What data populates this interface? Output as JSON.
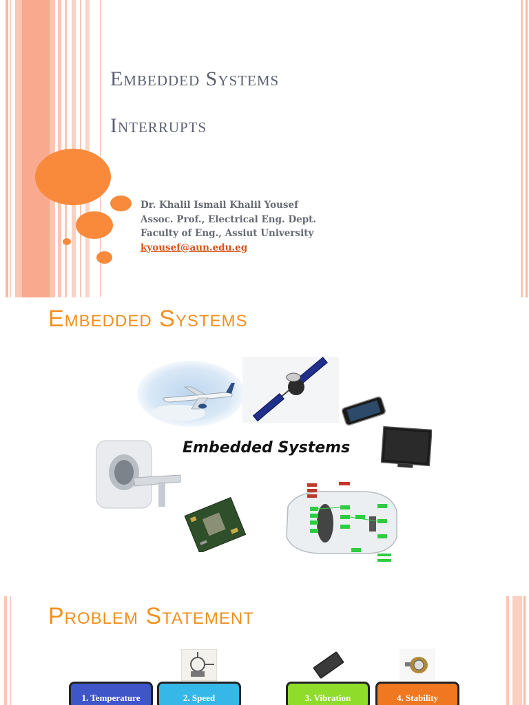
{
  "slide1": {
    "title_line1": "Embedded Systems",
    "title_line2": "Interrupts",
    "author_name": "Dr. Khalil Ismail Khalil Yousef",
    "author_position": "Assoc. Prof., Electrical Eng. Dept.",
    "author_affiliation": "Faculty of Eng., Assiut University",
    "author_email": "kyousef@aun.edu.eg"
  },
  "slide2": {
    "title": "Embedded Systems",
    "center_label": "Embedded Systems"
  },
  "slide3": {
    "title": "Problem Statement",
    "boxes": [
      {
        "label": "1. Temperature",
        "color": "#3f56c9"
      },
      {
        "label": "2. Speed",
        "color": "#35b8e8"
      },
      {
        "label": "3. Vibration",
        "color": "#8fdc2a"
      },
      {
        "label": "4. Stability",
        "color": "#f07820"
      }
    ]
  },
  "colors": {
    "accent_orange": "#f28f1d",
    "bubble_orange": "#f98a3c",
    "title_gray": "#5a6070",
    "link_orange": "#d9541a"
  }
}
